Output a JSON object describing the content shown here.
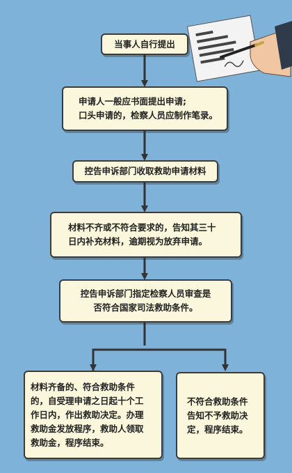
{
  "flowchart": {
    "step1": "当事人自行提出",
    "step2": "申请人一般应书面提出申请;\n口头申请的，检察人员应制作笔录。",
    "step3": "控告申诉部门收取救助申请材料",
    "step4": "材料不齐或不符合要求的，告知其三十\n日内补充材料，逾期视为放弃申请。",
    "step5": "控告申诉部门指定检察人员审查是\n否符合国家司法救助条件。",
    "branch_left": "材料齐备的、符合救助条件\n的，自受理申请之日起十个工\n作日内，作出救助决定。办理\n救助金发放程序，救助人领取\n救助金，程序结束。",
    "branch_right": "不符合救助条件\n告知不予救助决\n定，程序结束。"
  },
  "illustration": {
    "icon": "hand-signing-document-icon"
  },
  "colors": {
    "background": "#7fb2d9",
    "box_fill": "#fbf7dc",
    "stroke": "#3b3b3b"
  }
}
